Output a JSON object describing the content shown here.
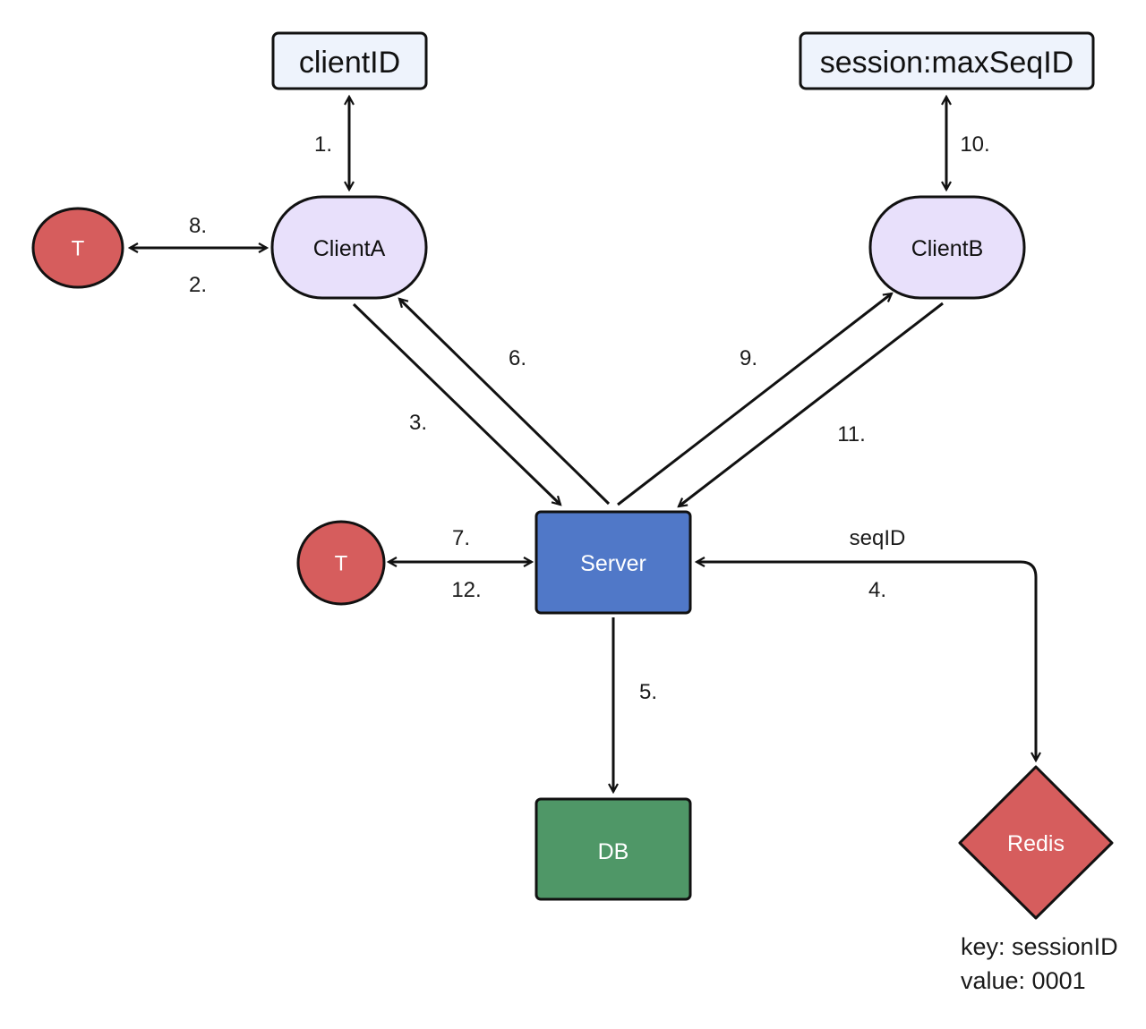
{
  "nodes": {
    "client_id": "clientID",
    "session_max_seq_id": "session:maxSeqID",
    "client_a": "ClientA",
    "client_b": "ClientB",
    "timer_left": "T",
    "timer_mid": "T",
    "server": "Server",
    "db": "DB",
    "redis": "Redis"
  },
  "edge_labels": {
    "step1": "1.",
    "step2": "2.",
    "step3": "3.",
    "step4": "4.",
    "step5": "5.",
    "step6": "6.",
    "step7": "7.",
    "step8": "8.",
    "step9": "9.",
    "step10": "10.",
    "step11": "11.",
    "step12": "12.",
    "seq_id": "seqID"
  },
  "redis_note": {
    "key_line": "key: sessionID",
    "value_line": "value: 0001"
  },
  "colors": {
    "store_box_fill": "#eef3fc",
    "client_fill": "#e8e0fb",
    "timer_fill": "#d65d5d",
    "server_fill": "#5078c8",
    "db_fill": "#4f9767",
    "redis_fill": "#d65d5d",
    "stroke": "#111111"
  }
}
